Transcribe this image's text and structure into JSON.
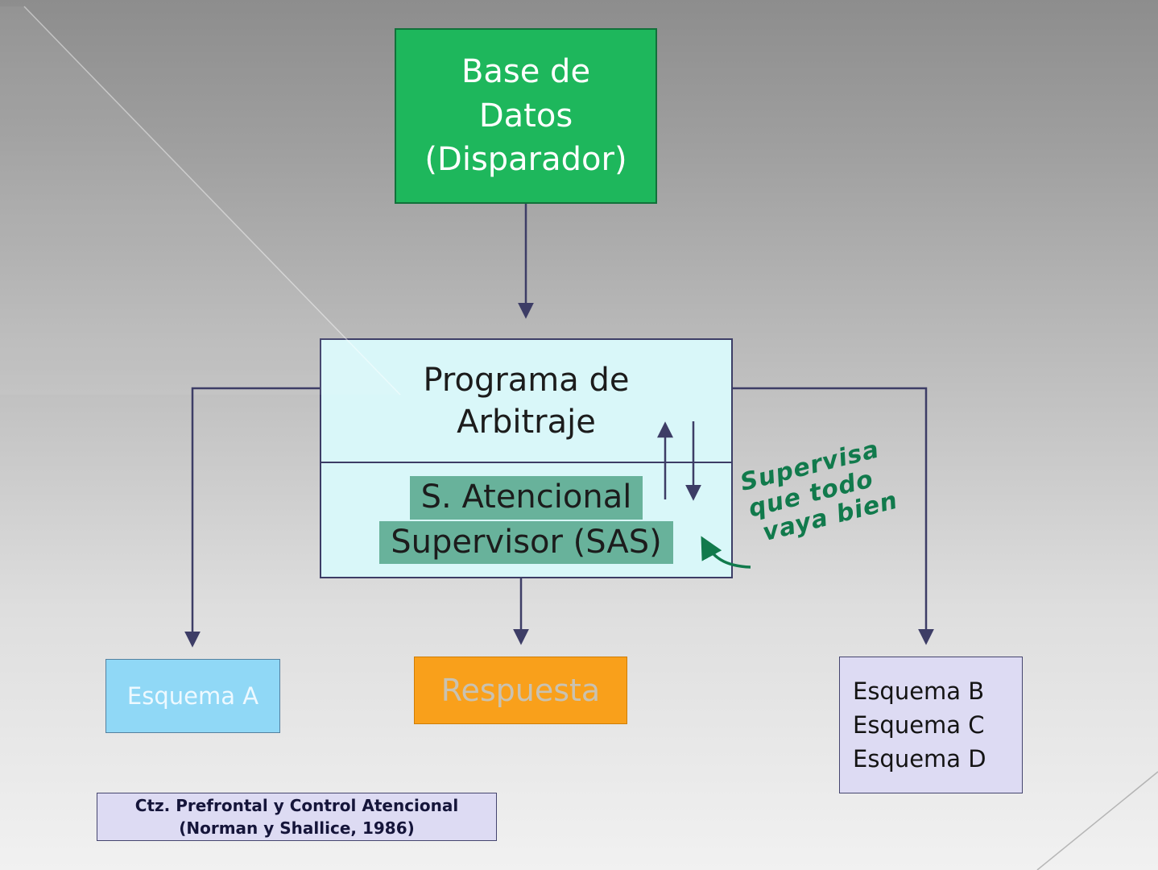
{
  "colors": {
    "database_fill": "#1eb75c",
    "arbitraje_fill": "#d9f7f9",
    "sas_highlight": "#68b29b",
    "esquema_a_fill": "#90d8f6",
    "respuesta_fill": "#f9a01b",
    "esquema_bcd_fill": "#dddbf3",
    "caption_fill": "#dddbf3",
    "connector": "#3d3d66",
    "annotation_ink": "#117a4c"
  },
  "nodes": {
    "database": {
      "lines": [
        "Base de",
        "Datos",
        "(Disparador)"
      ]
    },
    "arbitraje": {
      "lines": [
        "Programa de",
        "Arbitraje"
      ]
    },
    "sas": {
      "lines": [
        "S. Atencional",
        "Supervisor (SAS)"
      ]
    },
    "esquema_a": {
      "label": "Esquema A"
    },
    "respuesta": {
      "label": "Respuesta"
    },
    "esquema_bcd": {
      "lines": [
        "Esquema B",
        "Esquema C",
        "Esquema D"
      ]
    },
    "caption": {
      "lines": [
        "Ctz. Prefrontal y Control Atencional",
        "(Norman y Shallice, 1986)"
      ]
    }
  },
  "annotation": {
    "lines": [
      "Supervisa",
      "que todo",
      "vaya bien"
    ]
  }
}
